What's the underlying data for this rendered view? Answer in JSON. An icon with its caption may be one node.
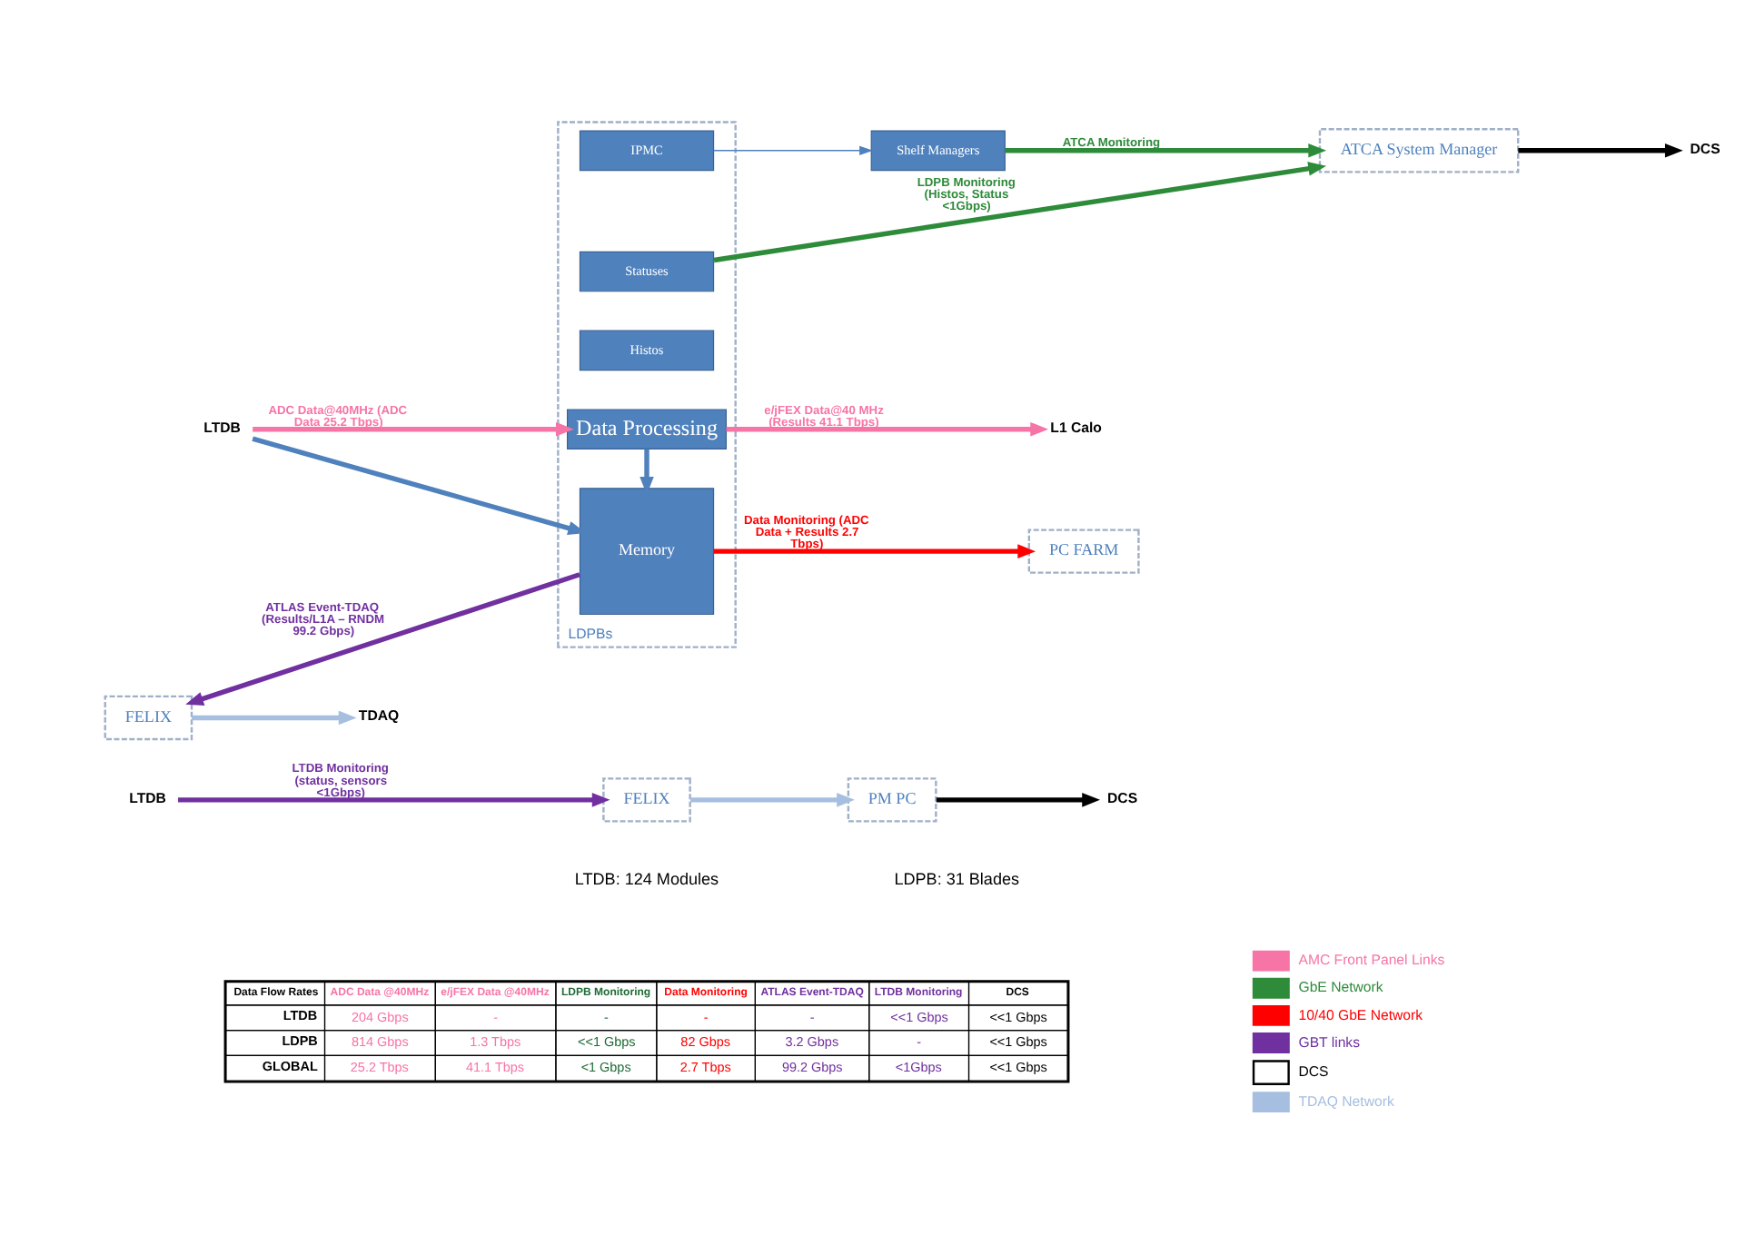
{
  "diagram": {
    "nodes": [
      {
        "text": [
          "LDPBs"
        ]
      },
      {
        "text": [
          "IPMC"
        ],
        "in": 0
      },
      {
        "text": [
          "Statuses"
        ],
        "in": 0
      },
      {
        "text": [
          "Histos"
        ],
        "in": 0
      },
      {
        "text": [
          "Data Processing"
        ],
        "in": 0
      },
      {
        "text": [
          "Memory"
        ],
        "in": 0
      },
      {
        "text": [
          "Shelf Managers"
        ]
      },
      {
        "text": [
          "ATCA System Manager"
        ]
      },
      {
        "text": [
          "DCS"
        ]
      },
      {
        "text": [
          "LTDB"
        ]
      },
      {
        "text": [
          "L1 Calo"
        ]
      },
      {
        "text": [
          "PC FARM"
        ]
      },
      {
        "text": [
          "FELIX"
        ]
      },
      {
        "text": [
          "TDAQ"
        ]
      },
      {
        "text": [
          "LTDB"
        ]
      },
      {
        "text": [
          "FELIX"
        ]
      },
      {
        "text": [
          "PM PC"
        ]
      },
      {
        "text": [
          "DCS"
        ]
      }
    ],
    "edges": [
      {
        "from": 1,
        "to": 6,
        "arrow": "to",
        "color": "#4f81bd"
      },
      {
        "from": 6,
        "to": 7,
        "arrow": "to",
        "label": "ATCA Monitoring",
        "color": "#2e8b3a"
      },
      {
        "from": 2,
        "to": 7,
        "arrow": "to",
        "label": "LDPB Monitoring (Histos, Status <1Gbps)",
        "color": "#2e8b3a"
      },
      {
        "from": 7,
        "to": 8,
        "arrow": "to",
        "color": "#000000"
      },
      {
        "from": 9,
        "to": 4,
        "arrow": "to",
        "label": "ADC Data@40MHz (ADC Data 25.2 Tbps)",
        "color": "#f774a6"
      },
      {
        "from": 4,
        "to": 10,
        "arrow": "to",
        "label": "e/jFEX Data@40 MHz (Results 41.1 Tbps)",
        "color": "#f774a6"
      },
      {
        "from": 4,
        "to": 5,
        "arrow": "to",
        "color": "#4f81bd"
      },
      {
        "from": 9,
        "to": 5,
        "arrow": "to",
        "color": "#4f81bd"
      },
      {
        "from": 5,
        "to": 11,
        "arrow": "to",
        "label": "Data Monitoring (ADC Data + Results 2.7 Tbps)",
        "color": "#ff0000"
      },
      {
        "from": 5,
        "to": 12,
        "arrow": "to",
        "label": "ATLAS Event-TDAQ (Results/L1A – RNDM 99.2 Gbps)",
        "color": "#7030a0"
      },
      {
        "from": 12,
        "to": 13,
        "arrow": "to",
        "color": "#a6bfe0"
      },
      {
        "from": 14,
        "to": 15,
        "arrow": "to",
        "label": "LTDB Monitoring (status, sensors <1Gbps)",
        "color": "#7030a0"
      },
      {
        "from": 15,
        "to": 16,
        "arrow": "to",
        "color": "#a6bfe0"
      },
      {
        "from": 16,
        "to": 17,
        "arrow": "to",
        "color": "#000000"
      }
    ],
    "labels": [
      "LTDB: 124 Modules",
      "LDPB: 31 Blades",
      "Data Flow Rates",
      "ADC Data @40MHz",
      "e/jFEX Data @40MHz",
      "LDPB Monitoring",
      "Data Monitoring",
      "ATLAS Event-TDAQ",
      "LTDB Monitoring",
      "DCS",
      "LTDB",
      "204 Gbps",
      "-",
      "-",
      "-",
      "-",
      "<<1 Gbps",
      "<<1 Gbps",
      "LDPB",
      "814 Gbps",
      "1.3 Tbps",
      "<<1 Gbps",
      "82 Gbps",
      "3.2 Gbps",
      "-",
      "<<1 Gbps",
      "GLOBAL",
      "25.2 Tbps",
      "41.1 Tbps",
      "<1 Gbps",
      "2.7 Tbps",
      "99.2 Gbps",
      "<1Gbps",
      "<<1 Gbps"
    ],
    "legend": [
      {
        "text": "AMC Front Panel Links",
        "color": "#f774a6"
      },
      {
        "text": "GbE Network",
        "color": "#2e8b3a"
      },
      {
        "text": "10/40 GbE Network",
        "color": "#ff0000"
      },
      {
        "text": "GBT links",
        "color": "#7030a0"
      },
      {
        "text": "DCS"
      },
      {
        "text": "TDAQ Network",
        "color": "#a6bfe0"
      }
    ]
  }
}
